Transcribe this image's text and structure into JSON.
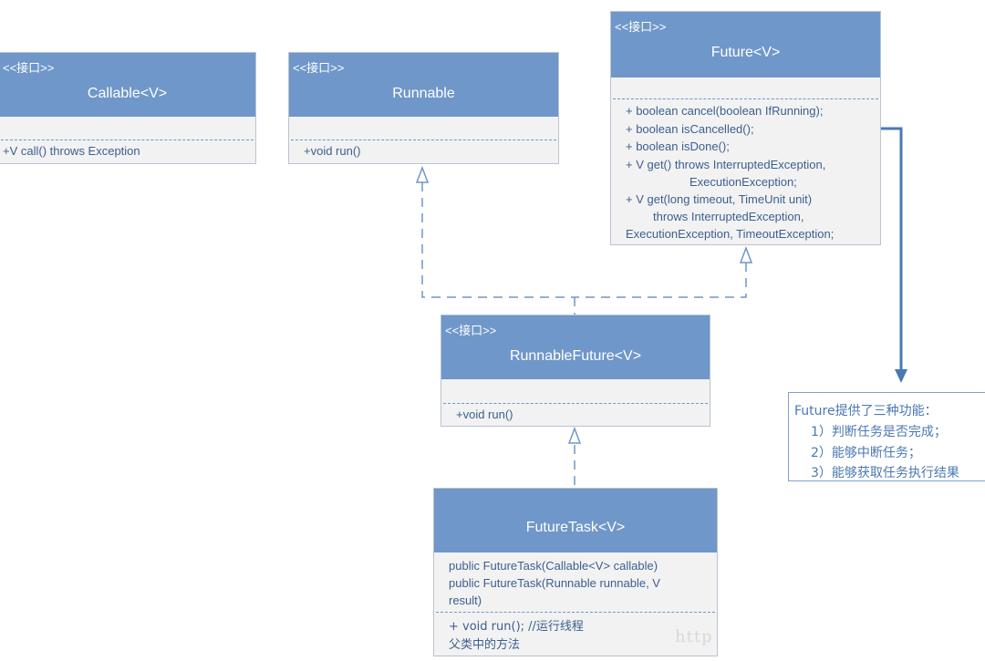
{
  "interfaces": {
    "callable": {
      "stereotype": "<<接口>>",
      "name": "Callable<V>",
      "methods": [
        "+V call() throws Exception"
      ]
    },
    "runnable": {
      "stereotype": "<<接口>>",
      "name": "Runnable",
      "methods": [
        "+void run()"
      ]
    },
    "future": {
      "stereotype": "<<接口>>",
      "name": "Future<V>",
      "methods": [
        "+ boolean cancel(boolean IfRunning);",
        "+ boolean isCancelled();",
        "+ boolean isDone();",
        "+ V get() throws InterruptedException,",
        "ExecutionException;",
        "+ V get(long timeout, TimeUnit unit)",
        "throws InterruptedException,",
        "ExecutionException, TimeoutException;"
      ]
    },
    "runnable_future": {
      "stereotype": "<<接口>>",
      "name": "RunnableFuture<V>",
      "methods": [
        "+void run()"
      ]
    }
  },
  "classes": {
    "future_task": {
      "name": "FutureTask<V>",
      "constructors": [
        "public FutureTask(Callable<V> callable)",
        "public FutureTask(Runnable runnable, V",
        "result)"
      ],
      "methods": [
        "+ void run(); //运行线程",
        "父类中的方法"
      ]
    }
  },
  "note": {
    "title": "Future提供了三种功能：",
    "items": [
      "1）判断任务是否完成；",
      "2）能够中断任务；",
      "3）能够获取任务执行结果"
    ]
  },
  "watermark": "http",
  "colors": {
    "header": "#6f97c9",
    "body": "#f2f2f2",
    "text": "#3b5f8f",
    "connector": "#6f97c9",
    "note_arrow": "#4a78b3"
  }
}
